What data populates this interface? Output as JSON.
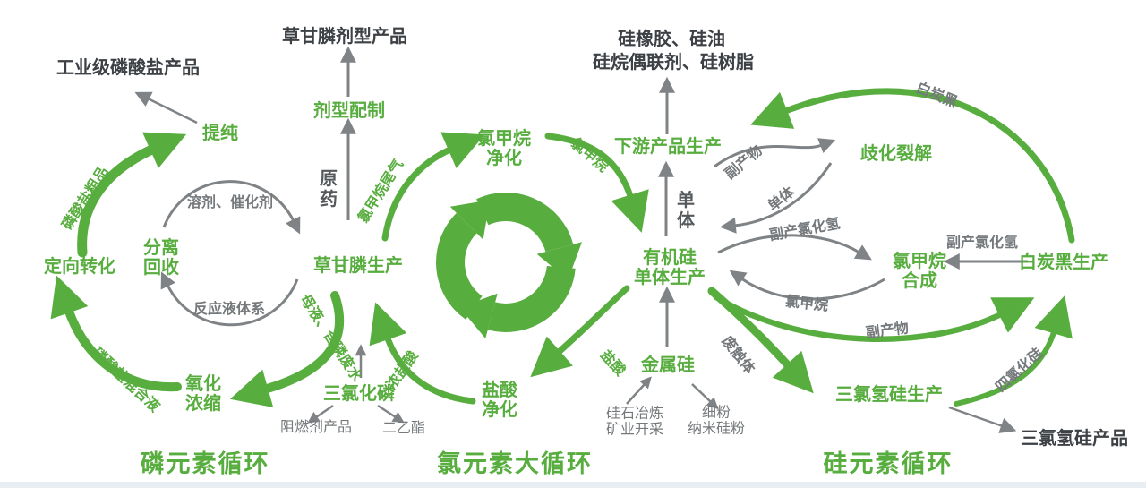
{
  "colors": {
    "green": "#58ad3f",
    "dark_text": "#3d4145",
    "gray_text": "#75797c",
    "gray_arrow": "#7f8386",
    "edge_strip": "#e9eef3"
  },
  "titles": {
    "phosphorus": "磷元素循环",
    "chlorine": "氯元素大循环",
    "silicon": "硅元素循环"
  },
  "nodes": {
    "purification": {
      "label": "提纯"
    },
    "directed_conversion": {
      "label": "定向转化"
    },
    "separation_recovery": {
      "l1": "分离",
      "l2": "回收"
    },
    "glyphosate_production": {
      "label": "草甘膦生产"
    },
    "oxidation_concentration": {
      "l1": "氧化",
      "l2": "浓缩"
    },
    "pcl3": {
      "label": "三氯化磷"
    },
    "formulation": {
      "label": "剂型配制"
    },
    "mecl_purification": {
      "l1": "氯甲烷",
      "l2": "净化"
    },
    "hcl_purification": {
      "l1": "盐酸",
      "l2": "净化"
    },
    "downstream_production": {
      "label": "下游产品生产"
    },
    "organosilicon_monomer": {
      "l1": "有机硅",
      "l2": "单体生产"
    },
    "metal_silicon": {
      "label": "金属硅"
    },
    "disproportionation": {
      "label": "歧化裂解"
    },
    "mecl_synthesis": {
      "l1": "氯甲烷",
      "l2": "合成"
    },
    "wcb_production": {
      "label": "白炭黑生产"
    },
    "tcs_production": {
      "label": "三氯氢硅生产"
    }
  },
  "products": {
    "industrial_phosphate": "工业级磷酸盐产品",
    "glyphosate_formulated": "草甘膦剂型产品",
    "flame_retardant": "阻燃剂产品",
    "diethyl_ester": "二乙酯",
    "silicone_rubber_oil": "硅橡胶、硅油",
    "silane_resin": "硅烷偶联剂、硅树脂",
    "tcs_products": "三氯氢硅产品"
  },
  "sources": {
    "silica_smelting": {
      "l1": "硅石冶炼",
      "l2": "矿业开采"
    },
    "fine_powder": {
      "l1": "细粉",
      "l2": "纳米硅粉"
    }
  },
  "flows": {
    "crude_phosphate": "磷酸盐粗品",
    "solvent_catalyst": "溶剂、催化剂",
    "reaction_liquid": "反应液体系",
    "mother_liquor": "母液、含磷废水",
    "phosphate_mixture": "磷酸盐混合液",
    "conc_hcl": "浓盐酸",
    "raw_pesticide": "原药",
    "mecl_tail_gas": "氯甲烷尾气",
    "mecl_to_monomer": "氯甲烷",
    "hcl": "盐酸",
    "monomer": "单体",
    "byproduct": "副产物",
    "monomer_return": "单体",
    "byproduct_hcl": "副产氯化氢",
    "mecl_return": "氯甲烷",
    "byproduct_hcl2": "副产氯化氢",
    "white_carbon_black": "白炭黑",
    "waste_contact": "废触体",
    "byproduct2": "副产物",
    "sicl4": "四氯化硅"
  }
}
